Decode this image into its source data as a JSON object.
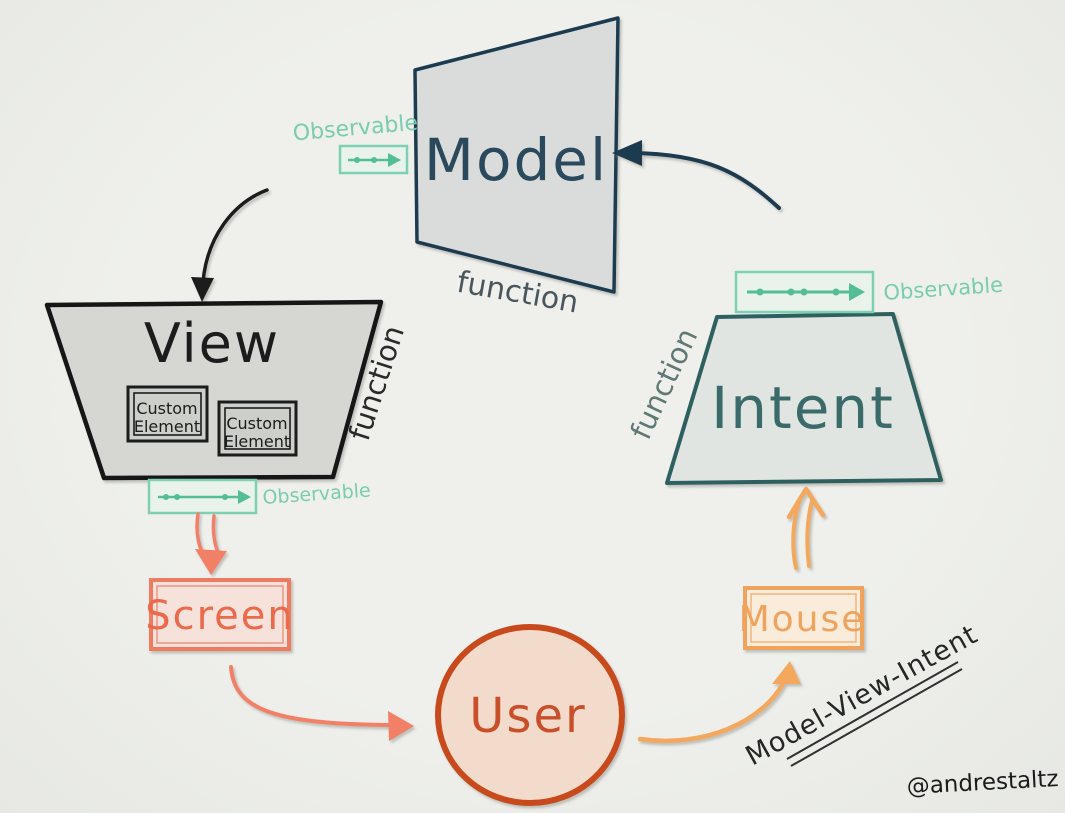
{
  "diagram_title": "Model-View-Intent",
  "signature": "@andrestaltz",
  "nodes": {
    "model": {
      "label": "Model"
    },
    "view": {
      "label": "View"
    },
    "intent": {
      "label": "Intent"
    },
    "screen": {
      "label": "Screen"
    },
    "user": {
      "label": "User"
    },
    "mouse": {
      "label": "Mouse"
    },
    "custom_element": {
      "line1": "Custom",
      "line2": "Element"
    }
  },
  "annotations": {
    "observable": "Observable",
    "function": "function"
  },
  "colors": {
    "background": "#ECEDE9",
    "model_stroke": "#1C3B4F",
    "model_fill": "#D9DCDA",
    "model_text": "#2C4A5C",
    "view_stroke": "#1B1B1B",
    "view_fill": "#D6D7D3",
    "intent_stroke": "#2E6161",
    "intent_fill": "#E0E5E2",
    "intent_text": "#3A6B6B",
    "observable_teal": "#6FC7A9",
    "screen_salmon": "#EF7B60",
    "user_red_orange": "#C8481A",
    "mouse_orange": "#F0A35B",
    "ink_black": "#1B1B1B"
  }
}
